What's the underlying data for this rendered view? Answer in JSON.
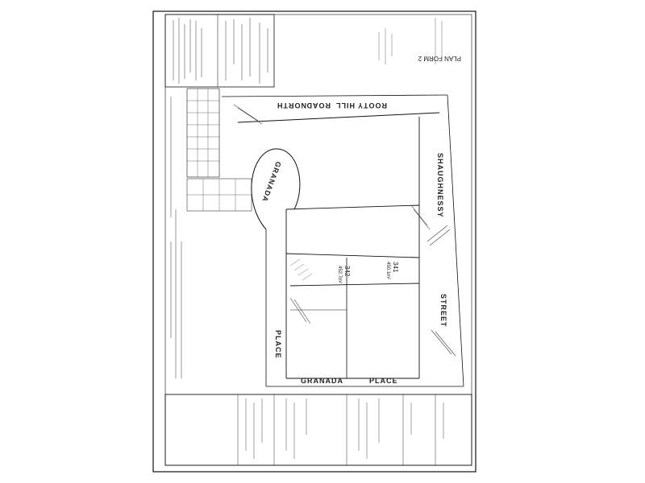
{
  "sheet": {
    "form_title": "PLAN FORM 2",
    "streets": {
      "north": "ROOTY HILL ROAD NORTH",
      "east": "SHAUGHNESSY STREET",
      "south": "GRANADA PLACE",
      "cul_de_sac": "GRANADA PLACE"
    },
    "lot_labels": [
      "342",
      "341"
    ],
    "lot_areas": [
      "452.7m²",
      "450.1m²"
    ],
    "north_text": "ROOTY",
    "north_text_2": "HILL",
    "north_text_3": "ROAD",
    "north_text_4": "NORTH",
    "east_text": "SHAUGHNESSY",
    "east_text_2": "STREET",
    "south_text": "GRANADA",
    "south_text_2": "PLACE",
    "west_text": "PLACE",
    "west_text_2": "GRANADA"
  }
}
